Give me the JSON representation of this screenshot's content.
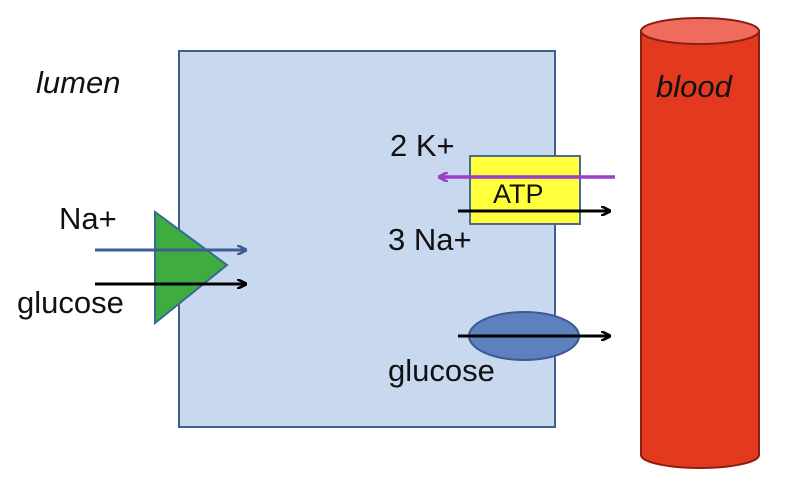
{
  "labels": {
    "lumen": "lumen",
    "blood": "blood",
    "na_in": "Na+",
    "glucose_in": "glucose",
    "k_in": "2 K+",
    "atp": "ATP",
    "na_out": "3 Na+",
    "glucose_out": "glucose"
  },
  "colors": {
    "cell_fill": "#c8d8ef",
    "cell_stroke": "#3f5f8f",
    "vessel_fill": "#e33a1f",
    "vessel_top": "#ef6b5e",
    "vessel_stroke": "#8a1e10",
    "symporter_fill": "#3fac3f",
    "symporter_stroke": "#3a6a93",
    "pump_fill": "#ffff3c",
    "pump_stroke": "#4a6a93",
    "glut_fill": "#5d80be",
    "glut_stroke": "#3d5a92",
    "na_arrow": "#3d5d93",
    "black_arrow": "#000000",
    "k_color": "#9b3fc8"
  }
}
